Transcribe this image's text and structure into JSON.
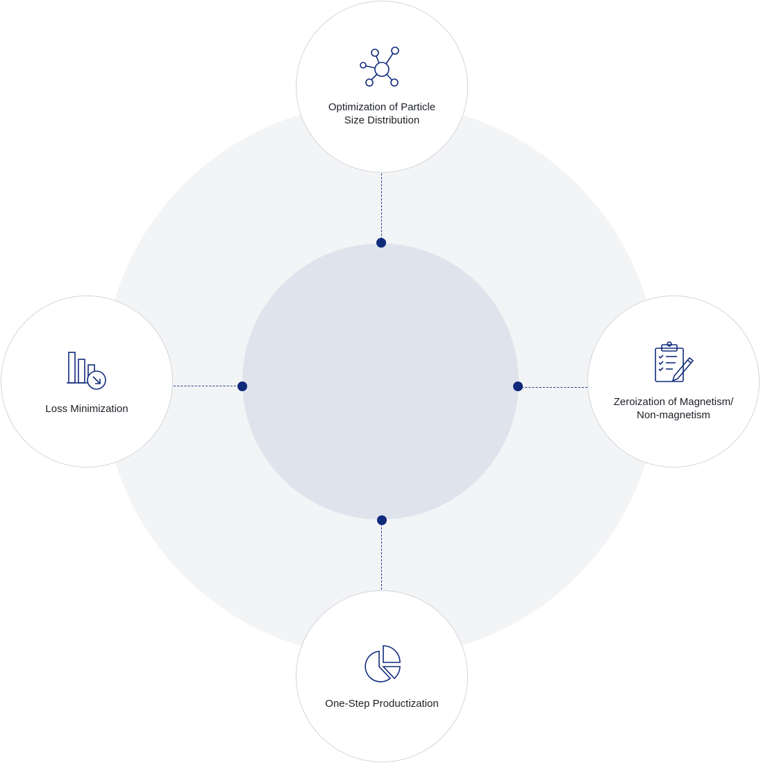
{
  "diagram": {
    "colors": {
      "outer_ring": "#f3f4f6",
      "center_disk": "#dfe3ec",
      "node_fill": "#ffffff",
      "node_border": "#d2d4d8",
      "accent": "#0f2a7a",
      "text": "#1b1f27"
    },
    "nodes": [
      {
        "id": "top",
        "label": "Optimization of Particle\nSize Distribution",
        "icon": "network-nodes-icon"
      },
      {
        "id": "right",
        "label": "Zeroization of Magnetism/\nNon-magnetism",
        "icon": "clipboard-checklist-icon"
      },
      {
        "id": "bottom",
        "label": "One-Step Productization",
        "icon": "pie-chart-icon"
      },
      {
        "id": "left",
        "label": "Loss Minimization",
        "icon": "bar-chart-decrease-icon"
      }
    ]
  }
}
